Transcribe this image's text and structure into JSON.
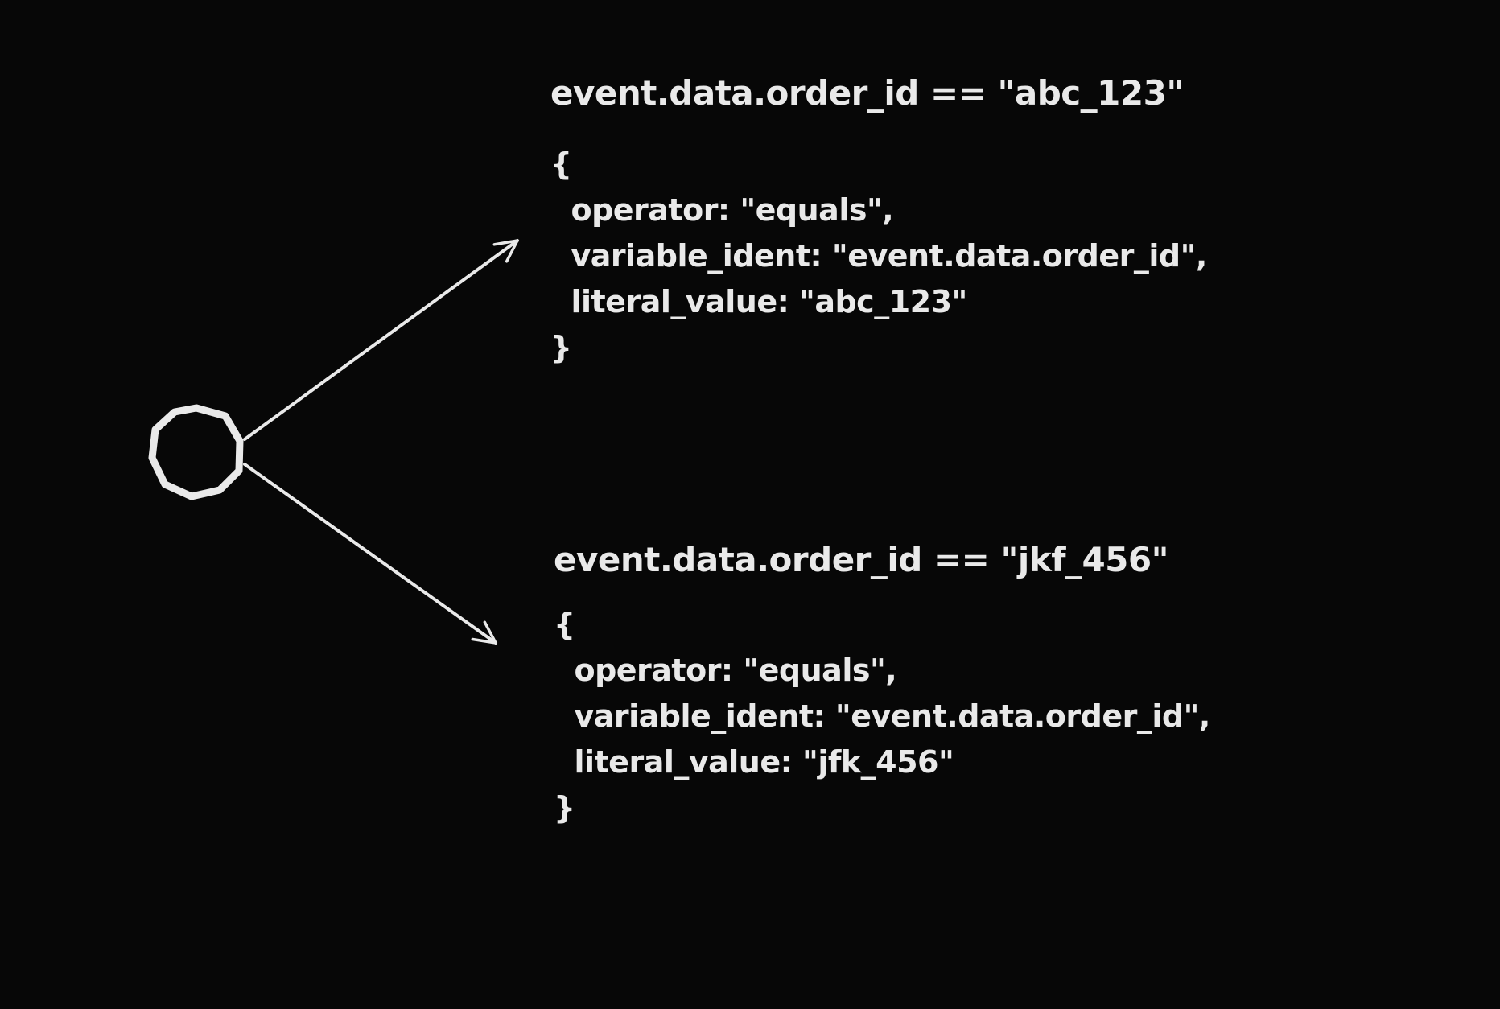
{
  "colors": {
    "background": "#070707",
    "ink": "#e9e9e9"
  },
  "node": {
    "shape": "circle"
  },
  "connectors": [
    {
      "from": "node",
      "to": "branch-0",
      "style": "open-arrow"
    },
    {
      "from": "node",
      "to": "branch-1",
      "style": "open-arrow"
    }
  ],
  "branches": [
    {
      "title": "event.data.order_id == \"abc_123\"",
      "code": [
        "{",
        "  operator: \"equals\",",
        "  variable_ident: \"event.data.order_id\",",
        "  literal_value: \"abc_123\"",
        "}"
      ]
    },
    {
      "title": "event.data.order_id == \"jkf_456\"",
      "code": [
        "{",
        "  operator: \"equals\",",
        "  variable_ident: \"event.data.order_id\",",
        "  literal_value: \"jfk_456\"",
        "}"
      ]
    }
  ]
}
